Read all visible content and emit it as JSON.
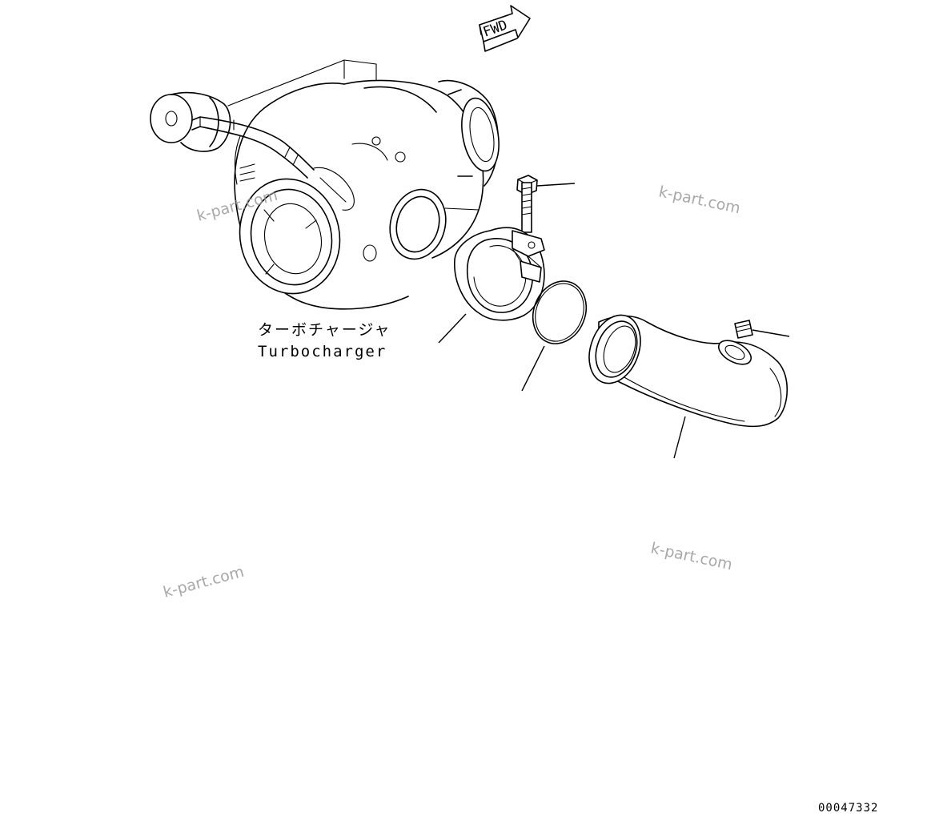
{
  "direction_indicator": {
    "text": "FWD"
  },
  "component_label": {
    "japanese": "ターボチャージャ",
    "english": "Turbocharger"
  },
  "watermarks": [
    "k-part.com",
    "k-part.com",
    "k-part.com",
    "k-part.com"
  ],
  "drawing_number": "00047332",
  "colors": {
    "line": "#000000",
    "background": "#ffffff",
    "watermark": "#9a9a9a"
  }
}
